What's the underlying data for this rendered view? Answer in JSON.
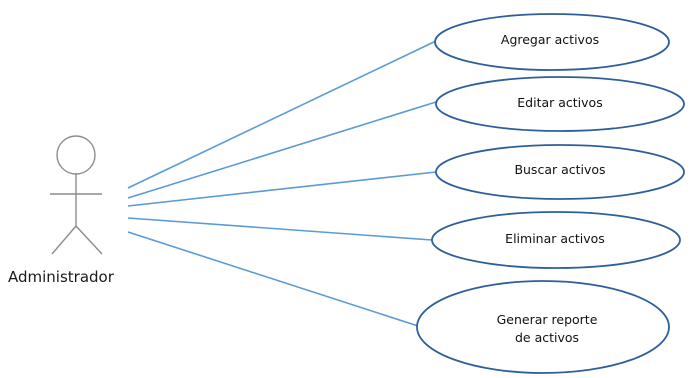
{
  "actor": {
    "name": "Administrador"
  },
  "use_cases": [
    {
      "label": "Agregar activos"
    },
    {
      "label": "Editar activos"
    },
    {
      "label": "Buscar activos"
    },
    {
      "label": "Eliminar activos"
    },
    {
      "label": "Generar reporte\nde activos"
    }
  ],
  "colors": {
    "association_line": "#5b9bd5",
    "ellipse_stroke": "#2e5f9a",
    "actor_stroke": "#8c8c8c"
  }
}
